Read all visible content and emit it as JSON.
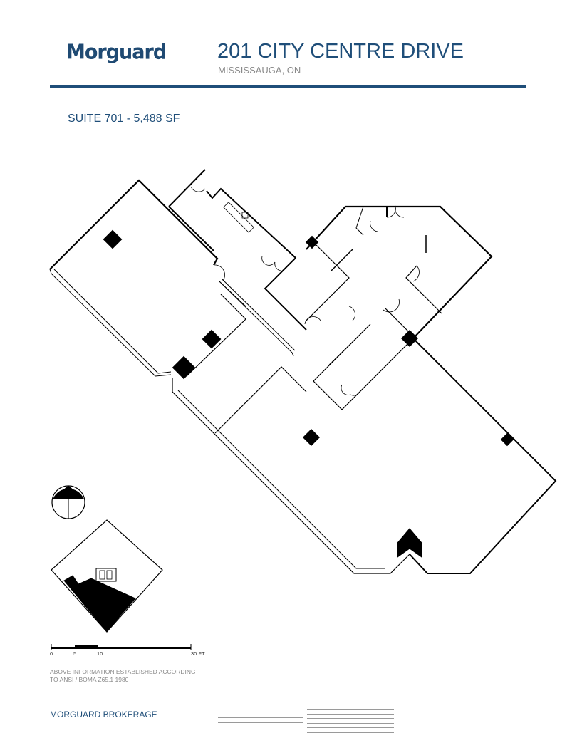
{
  "header": {
    "logo_text": "Morguard",
    "building_title": "201 CITY CENTRE DRIVE",
    "city": "MISSISSAUGA, ON",
    "accent_color": "#1f4e79"
  },
  "suite": {
    "label": "SUITE 701 - 5,488 SF",
    "number": "701",
    "area_sf": "5,488"
  },
  "floor_plan": {
    "icons": [
      "north-arrow-icon",
      "keyplan-icon",
      "column-icon"
    ]
  },
  "scale_bar": {
    "ticks": [
      "0",
      "5",
      "10",
      "30 FT."
    ]
  },
  "footer": {
    "note_line1": "ABOVE INFORMATION ESTABLISHED ACCORDING",
    "note_line2": "TO ANSI / BOMA Z65.1 1980",
    "brokerage": "MORGUARD BROKERAGE"
  }
}
